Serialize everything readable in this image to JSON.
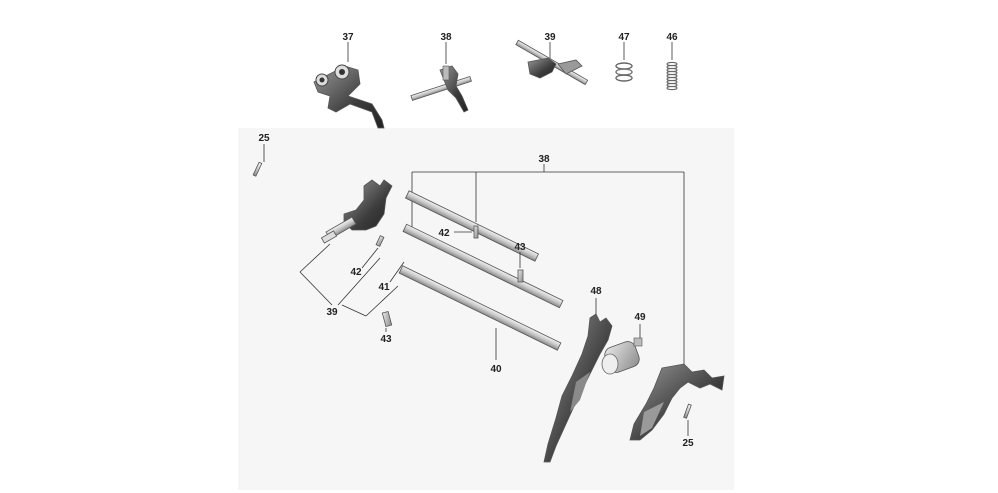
{
  "callouts": {
    "top_37": "37",
    "top_38": "38",
    "top_39": "39",
    "top_47": "47",
    "top_46": "46",
    "pin_25_left": "25",
    "group_38": "38",
    "pin_42_upper": "42",
    "pin_43_upper": "43",
    "pin_42_lower": "42",
    "rod_41": "41",
    "group_39": "39",
    "pin_43_lower": "43",
    "rod_40": "40",
    "fork_48": "48",
    "collar_49": "49",
    "pin_25_right": "25"
  },
  "colors": {
    "metal_light": "#d9d9d9",
    "metal_mid": "#a8a8a8",
    "metal_dark": "#555555",
    "background_panel": "#f4f4f4",
    "label": "#222222"
  }
}
